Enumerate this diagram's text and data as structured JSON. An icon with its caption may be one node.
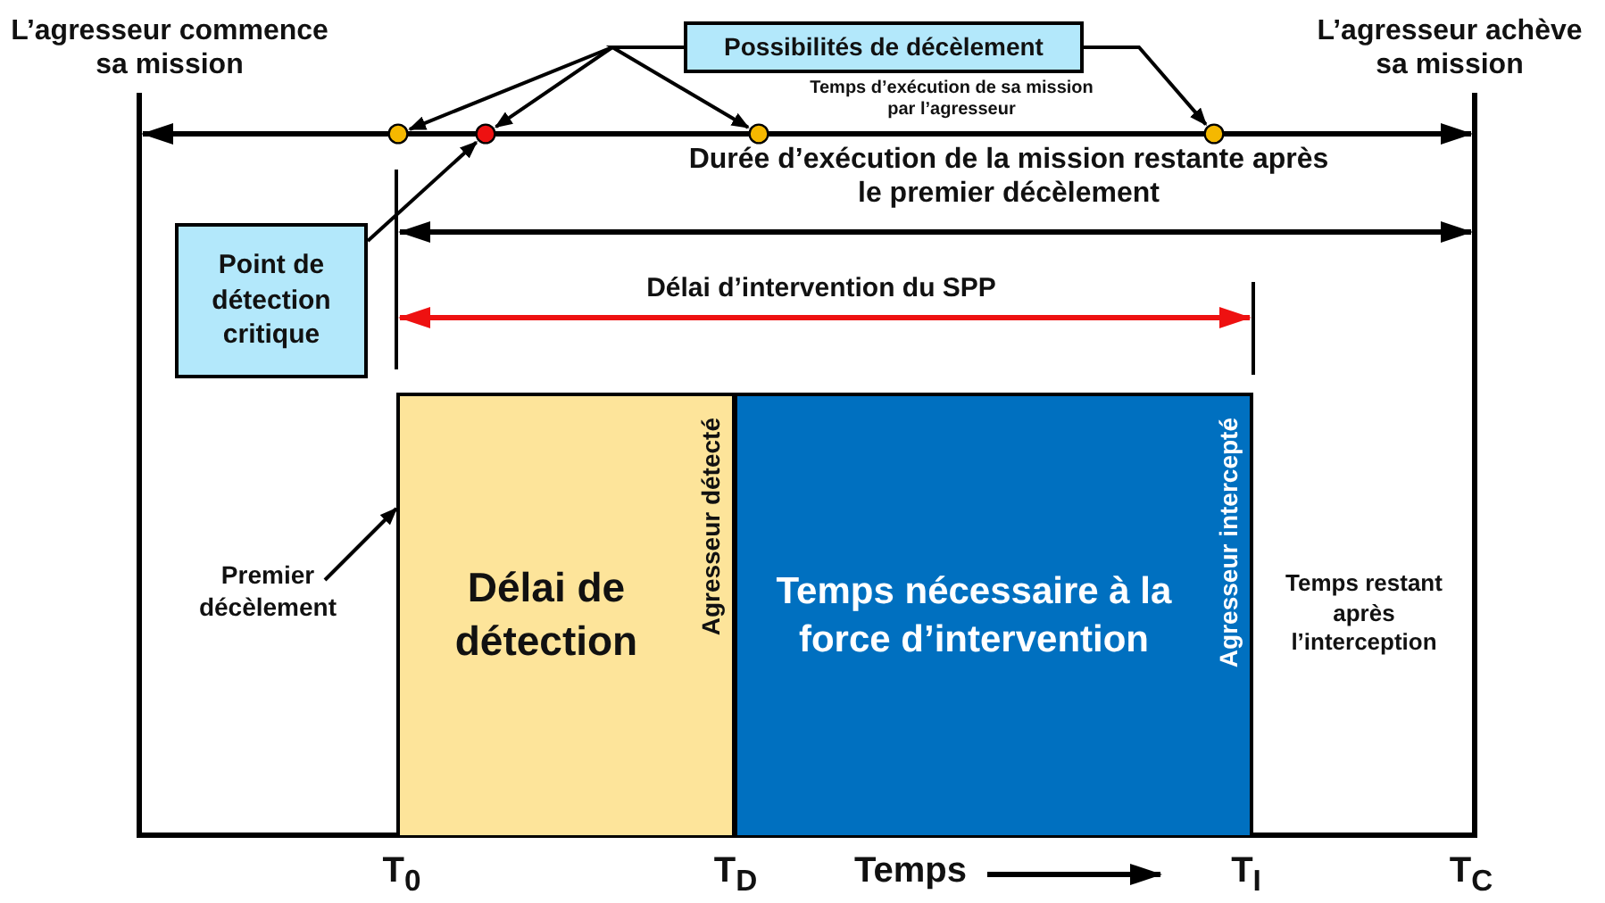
{
  "diagram": {
    "nodes": [
      {
        "text": [
          "Possibilités de décèlement"
        ]
      },
      {
        "text": [],
        "shape": "circle"
      },
      {
        "text": [],
        "shape": "circle"
      },
      {
        "text": [],
        "shape": "circle"
      },
      {
        "text": [],
        "shape": "circle"
      },
      {
        "text": [
          "Point de détection critique"
        ]
      },
      {
        "text": [
          "Premier décèlement"
        ]
      },
      {
        "text": [
          "Délai de détection",
          "Agresseur détecté"
        ]
      },
      {
        "text": [
          "Temps nécessaire à la force d’intervention",
          "Agresseur intercepté"
        ]
      },
      {
        "text": [
          "Temps restant après l’interception"
        ]
      }
    ],
    "edges": [
      {
        "from": 0,
        "to": 1,
        "arrow": "to"
      },
      {
        "from": 0,
        "to": 2,
        "arrow": "to"
      },
      {
        "from": 0,
        "to": 3,
        "arrow": "to"
      },
      {
        "from": 0,
        "to": 4,
        "arrow": "to"
      },
      {
        "from": 5,
        "to": 2,
        "arrow": "to"
      },
      {
        "from": 6,
        "to": 7,
        "arrow": "to"
      }
    ],
    "labels": [
      "L’agresseur commence sa mission",
      "L’agresseur achève sa mission",
      "Temps d’exécution de sa mission par l’agresseur",
      "Durée d’exécution de la mission restante après le premier décèlement",
      "Délai d’intervention du SPP",
      "T$_{0}$",
      "T$_{D}$",
      "Temps",
      "T$_{I}$",
      "T$_{C}$"
    ]
  }
}
